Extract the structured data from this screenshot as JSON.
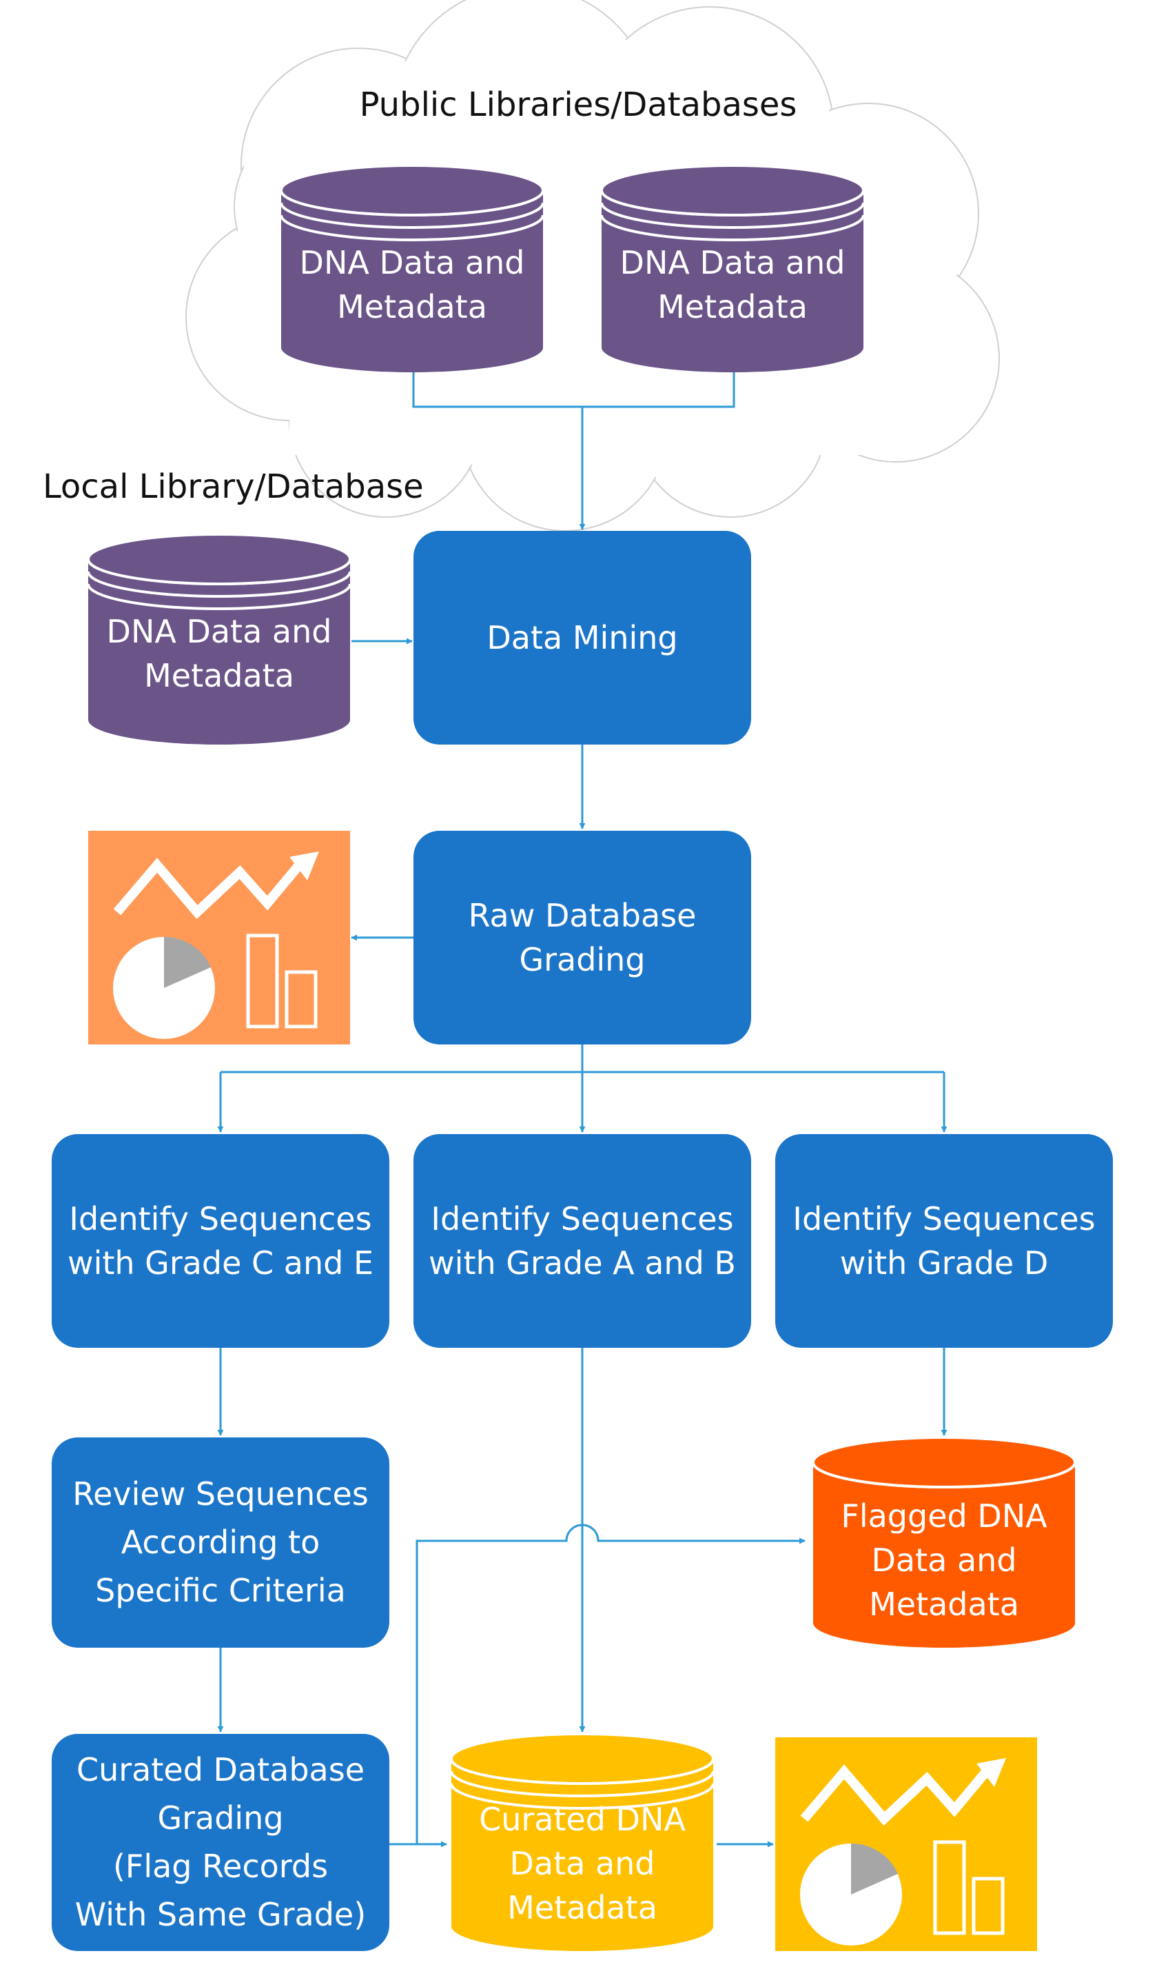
{
  "cloud": {
    "title": "Public Libraries/Databases",
    "db_left": [
      "DNA Data and",
      "Metadata"
    ],
    "db_right": [
      "DNA Data and",
      "Metadata"
    ]
  },
  "local": {
    "label": "Local Library/Database",
    "db": [
      "DNA Data and",
      "Metadata"
    ]
  },
  "steps": {
    "data_mining": [
      "Data Mining"
    ],
    "raw_grading": [
      "Raw Database",
      "Grading"
    ],
    "grade_ce": [
      "Identify Sequences",
      "with Grade C and E"
    ],
    "grade_ab": [
      "Identify Sequences",
      "with Grade A and B"
    ],
    "grade_d": [
      "Identify Sequences",
      "with Grade D"
    ],
    "review": [
      "Review Sequences",
      "According to",
      "Specific Criteria"
    ],
    "curated_grading": [
      "Curated Database",
      "Grading",
      "(Flag Records",
      "With Same Grade)"
    ]
  },
  "outputs": {
    "flagged": [
      "Flagged DNA",
      "Data and",
      "Metadata"
    ],
    "curated": [
      "Curated DNA",
      "Data and",
      "Metadata"
    ]
  },
  "icons": {
    "report_raw": "chart-report-icon",
    "report_curated": "chart-report-icon"
  },
  "colors": {
    "box": "#1b75c9",
    "db_purple": "#6a5488",
    "db_flagged": "#ff5a00",
    "db_curated": "#ffc000",
    "report_raw": "#ff9955",
    "report_curated": "#ffc000",
    "connector": "#2e9ad6"
  }
}
